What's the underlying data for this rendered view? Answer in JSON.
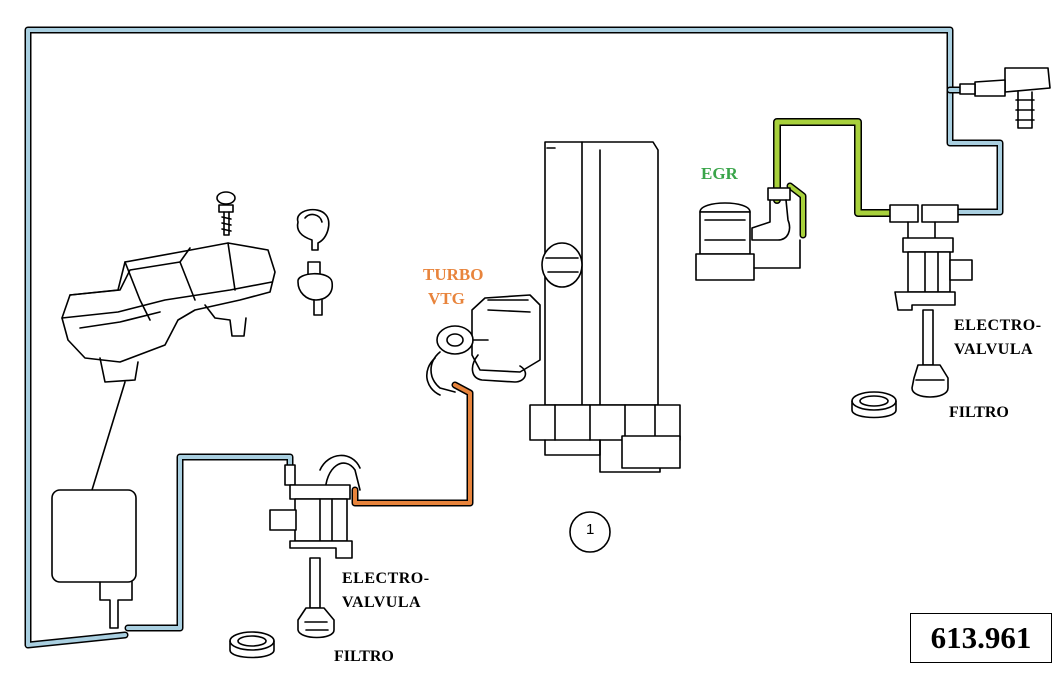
{
  "labels": {
    "turbo": "TURBO",
    "vtg": "VTG",
    "egr": "EGR",
    "electro_valvula_right_line1": "ELECTRO-",
    "electro_valvula_right_line2": "VALVULA",
    "filtro_right": "FILTRO",
    "electro_valvula_left_line1": "ELECTRO-",
    "electro_valvula_left_line2": "VALVULA",
    "filtro_left": "FILTRO",
    "callout_number": "1"
  },
  "reference_code": "613.961",
  "colors": {
    "vacuum_line": "#a9cfe0",
    "turbo_line": "#e8843c",
    "egr_line": "#a8d13c",
    "turbo_label": "#e8843c",
    "egr_label": "#3aa54a",
    "outline": "#000000"
  }
}
